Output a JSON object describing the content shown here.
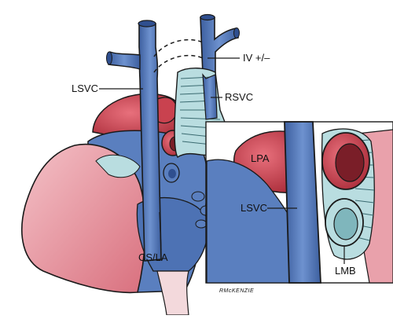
{
  "labels": {
    "lsvc_main": "LSVC",
    "iv": "IV +/–",
    "rsvc": "RSVC",
    "cs_la": "CS/LA",
    "lpa": "LPA",
    "lsvc_inset": "LSVC",
    "lmb": "LMB",
    "signature": "RMcKENZIE"
  },
  "colors": {
    "vein_blue": "#5a7fbf",
    "vein_blue_dark": "#2f4f8f",
    "artery_red": "#c9424f",
    "artery_red_light": "#e8a0a8",
    "heart_pink": "#e9a1ab",
    "tissue_cyan": "#b9dde0",
    "outline": "#1a1a1a"
  }
}
